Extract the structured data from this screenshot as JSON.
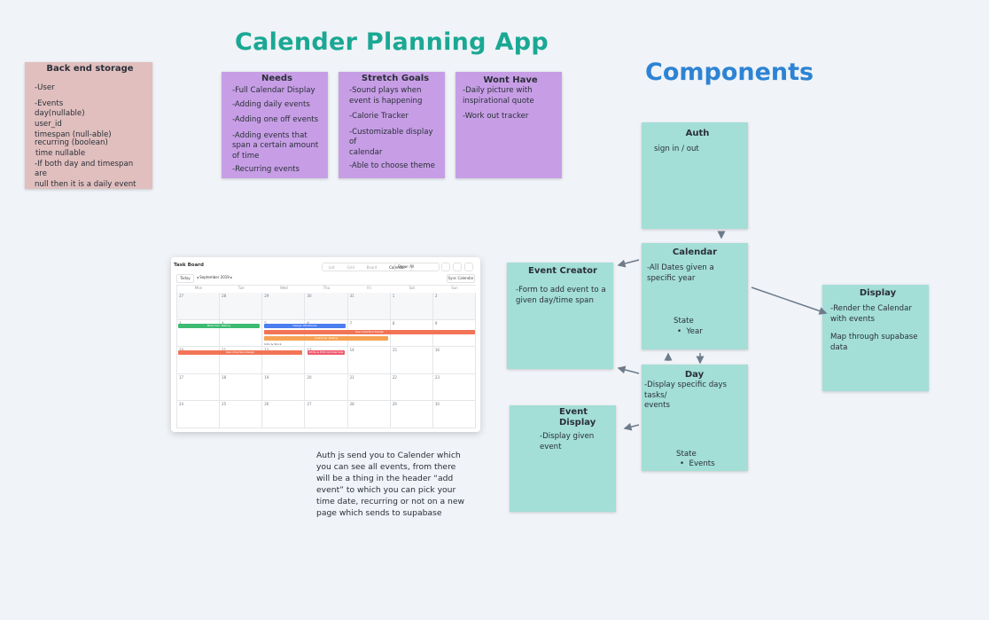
{
  "title": "Calender Planning App",
  "components_title": "Components",
  "backend": {
    "title": "Back end storage",
    "lines": [
      "-User",
      "-Events",
      "day(nullable)",
      "user_id",
      "timespan (null-able)",
      "recurring (boolean)",
      "time nullable",
      "-If both day and timespan are",
      "null then it is a daily event"
    ]
  },
  "needs": {
    "title": "Needs",
    "items": [
      "-Full Calendar Display",
      "-Adding daily events",
      "-Adding one off events",
      "-Adding events that",
      "span a certain amount",
      "of time",
      "-Recurring events"
    ]
  },
  "stretch": {
    "title": "Stretch Goals",
    "items": [
      "-Sound plays when",
      "event is happening",
      "-Calorie Tracker",
      "-Customizable display of",
      "calendar",
      "-Able to choose theme"
    ]
  },
  "wont": {
    "title": "Wont Have",
    "items": [
      "-Daily picture with",
      "inspirational quote",
      "-Work out tracker"
    ]
  },
  "auth": {
    "title": "Auth",
    "body": "sign in / out"
  },
  "calendar": {
    "title": "Calendar",
    "line1": "-All Dates given a",
    "line2": "specific year",
    "state": "State",
    "bullet": "Year"
  },
  "event_creator": {
    "title": "Event Creator",
    "line1": "-Form to add event to a",
    "line2": "given day/time span"
  },
  "display": {
    "title": "Display",
    "line1": "-Render the Calendar",
    "line2": "with events",
    "line3": "Map through supabase",
    "line4": "data"
  },
  "day": {
    "title": "Day",
    "line1": "-Display specific days tasks/",
    "line2": "events",
    "state": "State",
    "bullet": "Events"
  },
  "event_display": {
    "title": "Event Display",
    "body": "-Display given event"
  },
  "note_lines": [
    "Auth js send you to Calender which",
    "you can see all events, from there",
    "will be a thing in the header “add",
    "event” to which you can pick your",
    "time date, recurring or not on a new",
    "page which sends to supabase"
  ],
  "board": {
    "title": "Task Board",
    "today": "Today",
    "month": "September 2019",
    "view_tabs": [
      "List",
      "Grid",
      "Board",
      "Calendar"
    ],
    "show": "Show: All",
    "sync": "Sync Calendar",
    "weekdays": [
      "Mon",
      "Tue",
      "Wed",
      "Thu",
      "Fri",
      "Sat",
      "Sun"
    ],
    "weeks": [
      [
        "27",
        "28",
        "29",
        "30",
        "31",
        "1",
        "2"
      ],
      [
        "3",
        "4",
        "5",
        "6",
        "7",
        "8",
        "9"
      ],
      [
        "10",
        "11",
        "12",
        "13",
        "14",
        "15",
        "16"
      ],
      [
        "17",
        "18",
        "19",
        "20",
        "21",
        "22",
        "23"
      ],
      [
        "24",
        "25",
        "26",
        "27",
        "28",
        "29",
        "30"
      ]
    ],
    "events": [
      "Brief Your Testing",
      "Design Wireframe",
      "User Interface Design",
      "Customer Testing",
      "Intro & Stock",
      "User Interface Design",
      "Write & Edit Commercials"
    ]
  }
}
